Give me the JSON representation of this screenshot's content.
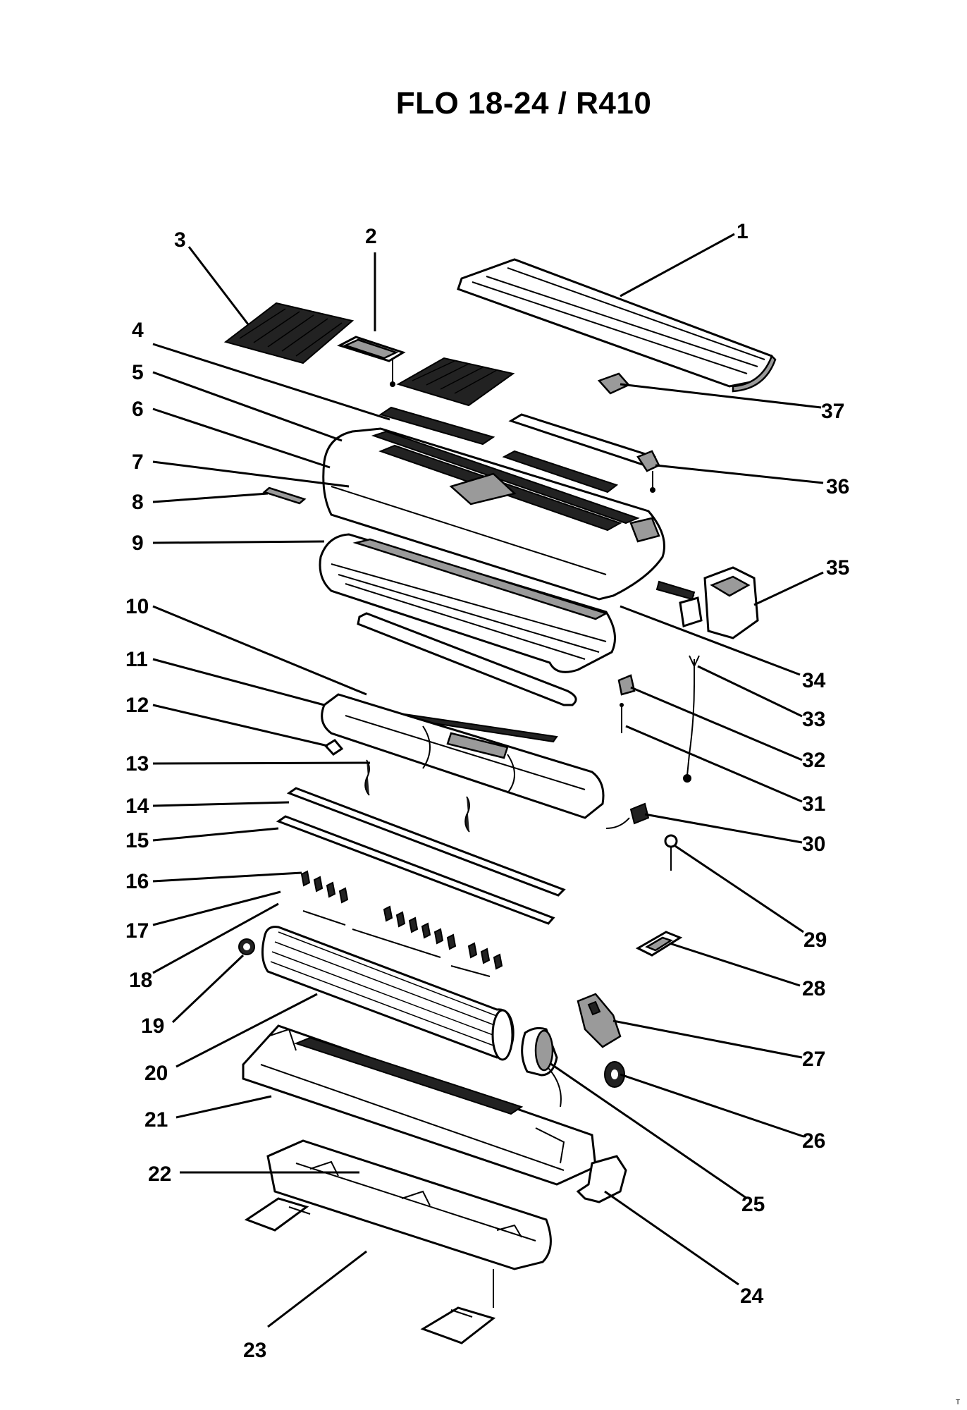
{
  "title": "FLO 18-24 / R410",
  "callouts": [
    {
      "label": "1"
    },
    {
      "label": "2"
    },
    {
      "label": "3"
    },
    {
      "label": "4"
    },
    {
      "label": "5"
    },
    {
      "label": "6"
    },
    {
      "label": "7"
    },
    {
      "label": "8"
    },
    {
      "label": "9"
    },
    {
      "label": "10"
    },
    {
      "label": "11"
    },
    {
      "label": "12"
    },
    {
      "label": "13"
    },
    {
      "label": "14"
    },
    {
      "label": "15"
    },
    {
      "label": "16"
    },
    {
      "label": "17"
    },
    {
      "label": "18"
    },
    {
      "label": "19"
    },
    {
      "label": "20"
    },
    {
      "label": "21"
    },
    {
      "label": "22"
    },
    {
      "label": "23"
    },
    {
      "label": "24"
    },
    {
      "label": "25"
    },
    {
      "label": "26"
    },
    {
      "label": "27"
    },
    {
      "label": "28"
    },
    {
      "label": "29"
    },
    {
      "label": "30"
    },
    {
      "label": "31"
    },
    {
      "label": "32"
    },
    {
      "label": "33"
    },
    {
      "label": "34"
    },
    {
      "label": "35"
    },
    {
      "label": "36"
    },
    {
      "label": "37"
    }
  ],
  "corner_mark": "T"
}
